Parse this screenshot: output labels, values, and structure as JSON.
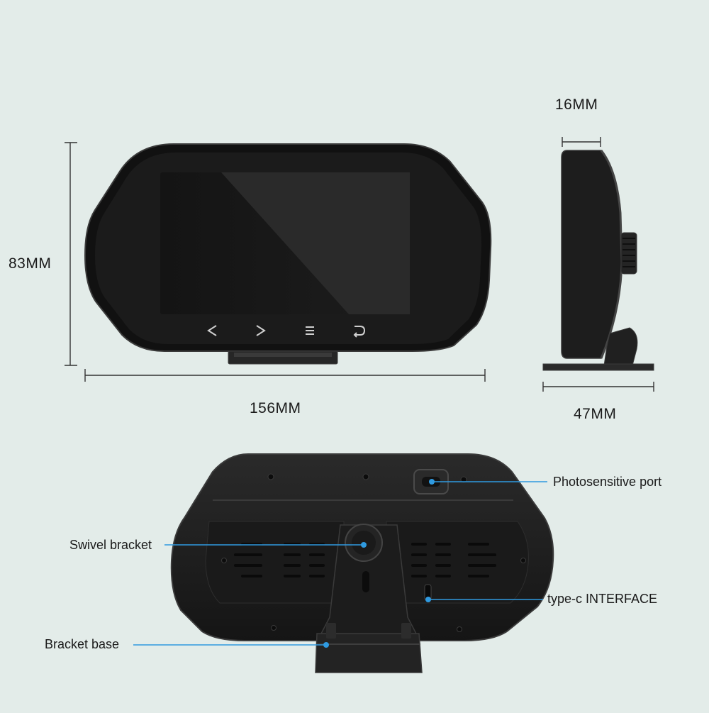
{
  "dimensions": {
    "height": "83MM",
    "width": "156MM",
    "depth_top": "16MM",
    "depth_bottom": "47MM"
  },
  "front_buttons": {
    "prev": "<",
    "next": ">",
    "menu": "≡",
    "back": "↩"
  },
  "callouts": {
    "photosensitive": "Photosensitive port",
    "swivel": "Swivel bracket",
    "typec": "type-c INTERFACE",
    "base": "Bracket base"
  },
  "colors": {
    "background": "#e3ece9",
    "device": "#1c1c1c",
    "accent": "#2f9ae0"
  }
}
